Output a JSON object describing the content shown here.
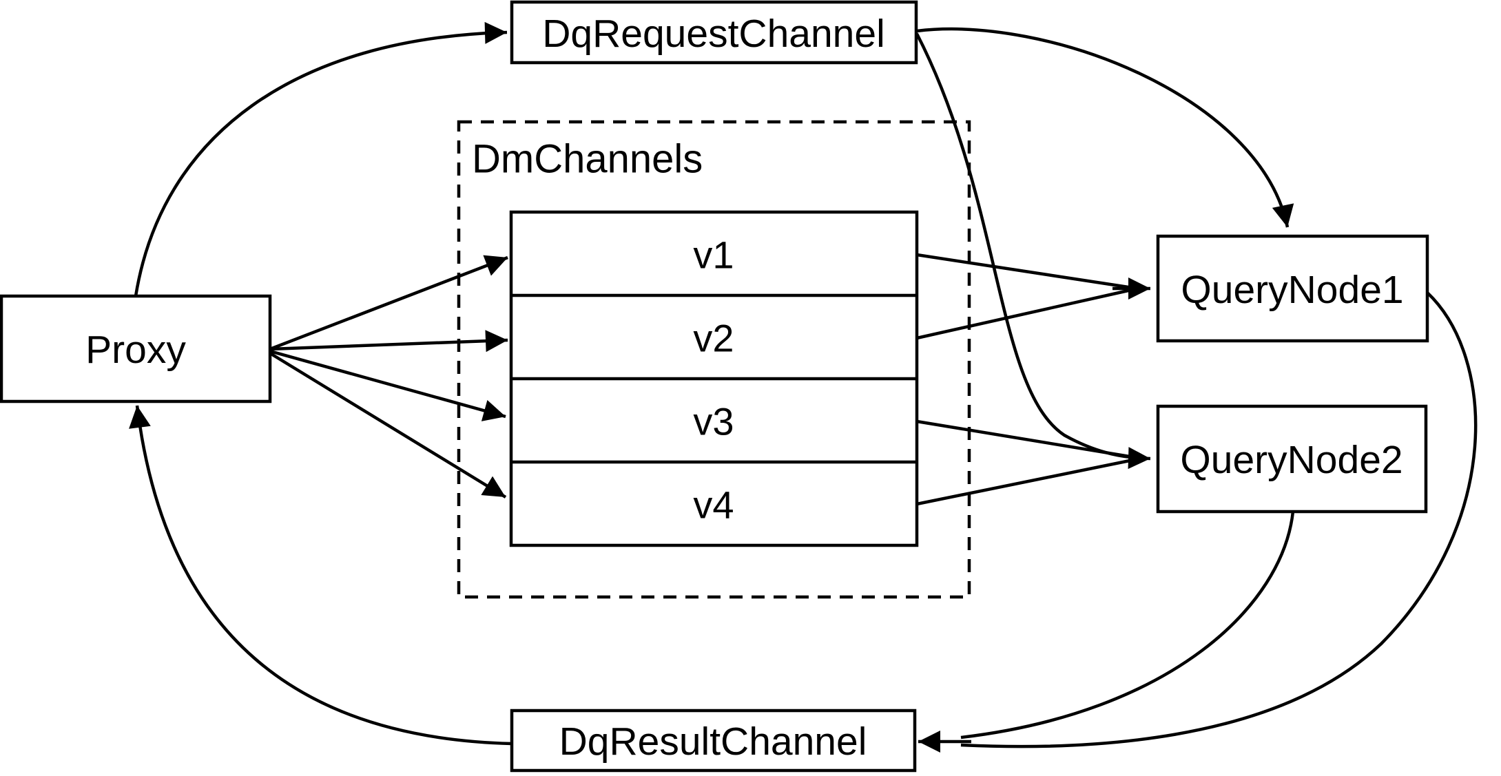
{
  "diagram": {
    "background_color": "#ffffff",
    "stroke_color": "#000000",
    "nodes": {
      "dq_request_channel": {
        "label": "DqRequestChannel"
      },
      "proxy": {
        "label": "Proxy"
      },
      "dm_channels": {
        "label": "DmChannels",
        "channels": [
          "v1",
          "v2",
          "v3",
          "v4"
        ]
      },
      "query_node_1": {
        "label": "QueryNode1"
      },
      "query_node_2": {
        "label": "QueryNode2"
      },
      "dq_result_channel": {
        "label": "DqResultChannel"
      }
    },
    "edges": [
      {
        "from": "Proxy",
        "to": "DqRequestChannel"
      },
      {
        "from": "Proxy",
        "to": "v1"
      },
      {
        "from": "Proxy",
        "to": "v2"
      },
      {
        "from": "Proxy",
        "to": "v3"
      },
      {
        "from": "Proxy",
        "to": "v4"
      },
      {
        "from": "DqRequestChannel",
        "to": "QueryNode1"
      },
      {
        "from": "DqRequestChannel",
        "to": "QueryNode2"
      },
      {
        "from": "v1",
        "to": "QueryNode1"
      },
      {
        "from": "v2",
        "to": "QueryNode1"
      },
      {
        "from": "v3",
        "to": "QueryNode2"
      },
      {
        "from": "v4",
        "to": "QueryNode2"
      },
      {
        "from": "QueryNode1",
        "to": "DqResultChannel"
      },
      {
        "from": "QueryNode2",
        "to": "DqResultChannel"
      },
      {
        "from": "DqResultChannel",
        "to": "Proxy"
      }
    ]
  }
}
